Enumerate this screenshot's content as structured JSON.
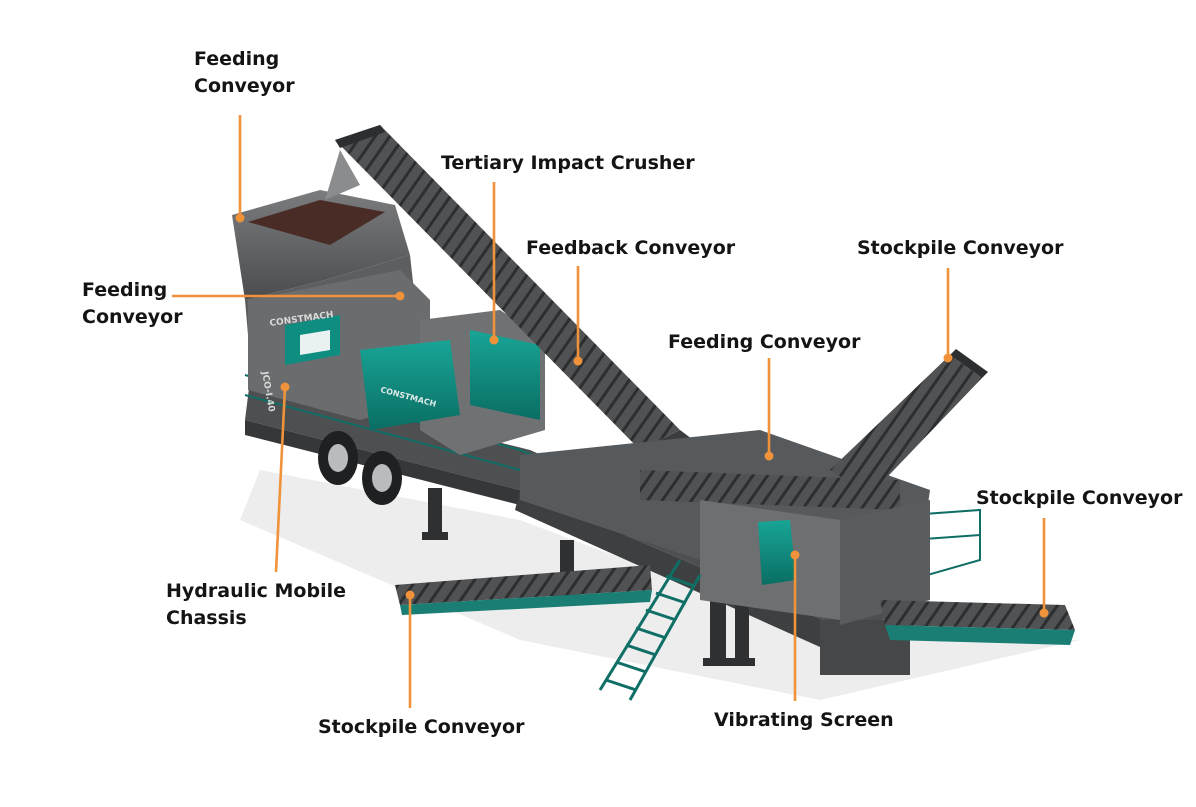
{
  "labels": {
    "feeding_conveyor_top": {
      "line1": "Feeding",
      "line2": "Conveyor"
    },
    "tertiary_impact_crusher": "Tertiary Impact Crusher",
    "feedback_conveyor": "Feedback Conveyor",
    "stockpile_conveyor_right_top": "Stockpile Conveyor",
    "feeding_conveyor_left": {
      "line1": "Feeding",
      "line2": "Conveyor"
    },
    "feeding_conveyor_center": "Feeding Conveyor",
    "stockpile_conveyor_right": "Stockpile Conveyor",
    "hydraulic_mobile_chassis": {
      "line1": "Hydraulic Mobile",
      "line2": "Chassis"
    },
    "stockpile_conveyor_bottom": "Stockpile Conveyor",
    "vibrating_screen": "Vibrating Screen"
  },
  "machine_markings": {
    "brand": "CONSTMACH",
    "model": "JCO-I.40"
  },
  "colors": {
    "leader_line": "#f0923a",
    "machine_teal": "#0e8c80",
    "machine_gray": "#5e6062",
    "text": "#141414"
  }
}
